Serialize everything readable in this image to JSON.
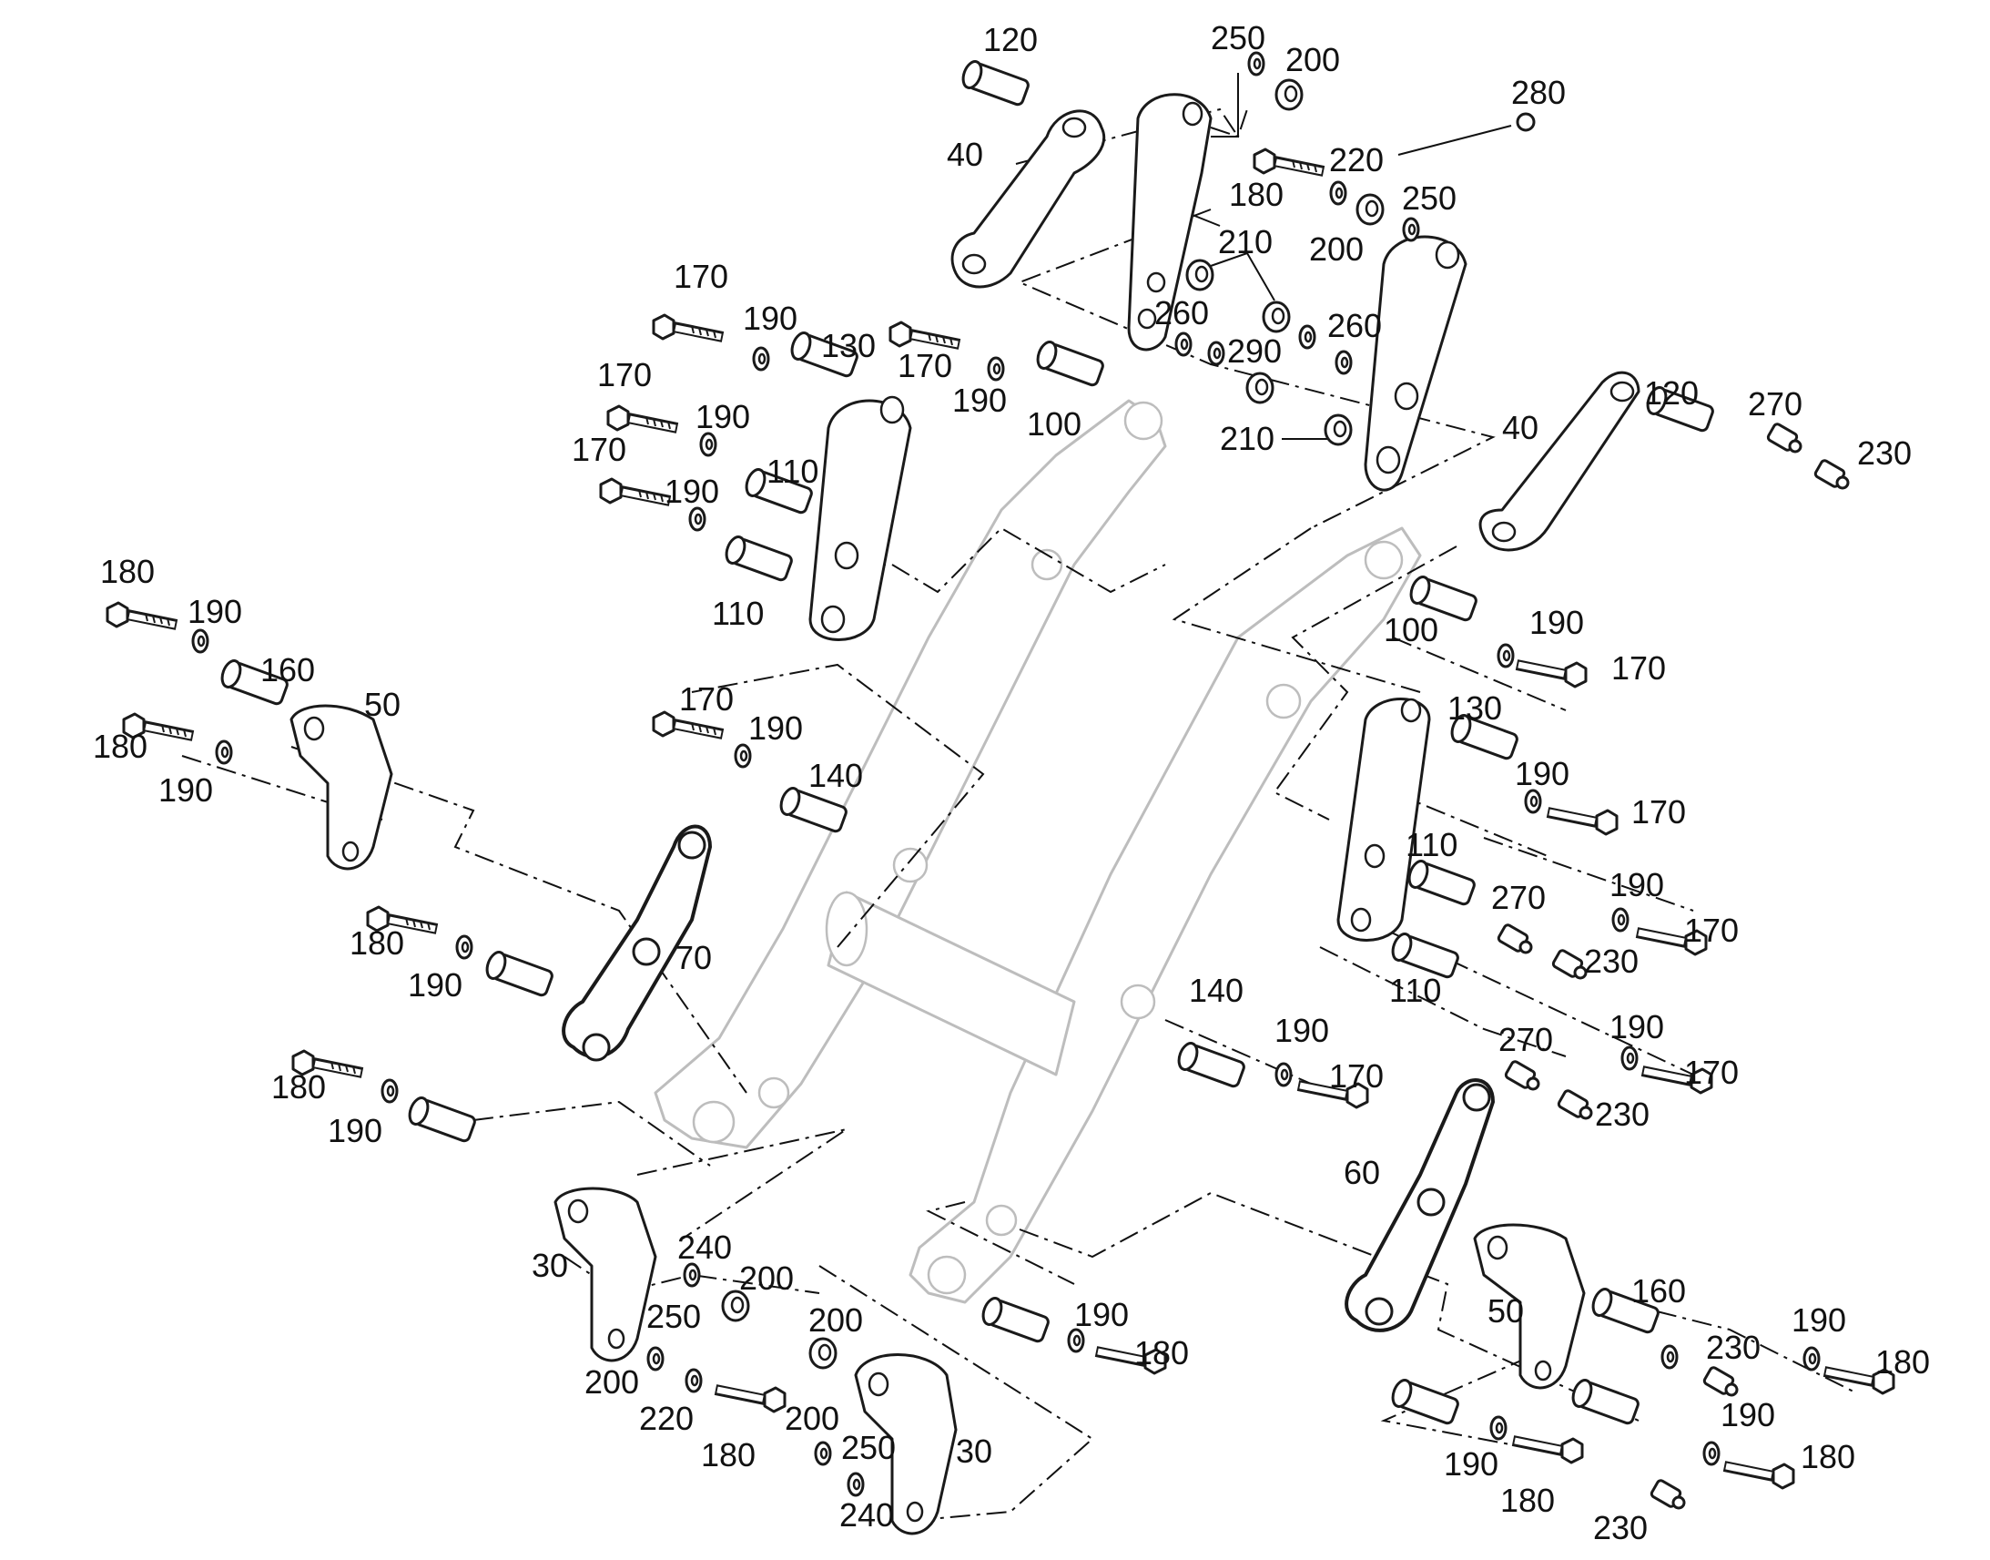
{
  "callouts": [
    {
      "id": "c-120a",
      "text": "120"
    },
    {
      "id": "c-250a",
      "text": "250"
    },
    {
      "id": "c-200a",
      "text": "200"
    },
    {
      "id": "c-280",
      "text": "280"
    },
    {
      "id": "c-40a",
      "text": "40"
    },
    {
      "id": "c-220a",
      "text": "220"
    },
    {
      "id": "c-250b",
      "text": "250"
    },
    {
      "id": "c-180a",
      "text": "180"
    },
    {
      "id": "c-200b",
      "text": "200"
    },
    {
      "id": "c-210a",
      "text": "210"
    },
    {
      "id": "c-170a",
      "text": "170"
    },
    {
      "id": "c-190a",
      "text": "190"
    },
    {
      "id": "c-130a",
      "text": "130"
    },
    {
      "id": "c-260a",
      "text": "260"
    },
    {
      "id": "c-260b",
      "text": "260"
    },
    {
      "id": "c-170b",
      "text": "170"
    },
    {
      "id": "c-290",
      "text": "290"
    },
    {
      "id": "c-190b",
      "text": "190"
    },
    {
      "id": "c-100a",
      "text": "100"
    },
    {
      "id": "c-210b",
      "text": "210"
    },
    {
      "id": "c-170c",
      "text": "170"
    },
    {
      "id": "c-190c",
      "text": "190"
    },
    {
      "id": "c-40b",
      "text": "40"
    },
    {
      "id": "c-120b",
      "text": "120"
    },
    {
      "id": "c-270a",
      "text": "270"
    },
    {
      "id": "c-230a",
      "text": "230"
    },
    {
      "id": "c-170d",
      "text": "170"
    },
    {
      "id": "c-110a",
      "text": "110"
    },
    {
      "id": "c-190d",
      "text": "190"
    },
    {
      "id": "c-110b",
      "text": "110"
    },
    {
      "id": "c-180b",
      "text": "180"
    },
    {
      "id": "c-190e",
      "text": "190"
    },
    {
      "id": "c-160a",
      "text": "160"
    },
    {
      "id": "c-50a",
      "text": "50"
    },
    {
      "id": "c-100b",
      "text": "100"
    },
    {
      "id": "c-190f",
      "text": "190"
    },
    {
      "id": "c-170e",
      "text": "170"
    },
    {
      "id": "c-180c",
      "text": "180"
    },
    {
      "id": "c-190g",
      "text": "190"
    },
    {
      "id": "c-170f",
      "text": "170"
    },
    {
      "id": "c-190h",
      "text": "190"
    },
    {
      "id": "c-140a",
      "text": "140"
    },
    {
      "id": "c-130b",
      "text": "130"
    },
    {
      "id": "c-190i",
      "text": "190"
    },
    {
      "id": "c-170g",
      "text": "170"
    },
    {
      "id": "c-110c",
      "text": "110"
    },
    {
      "id": "c-270b",
      "text": "270"
    },
    {
      "id": "c-190j",
      "text": "190"
    },
    {
      "id": "c-170h",
      "text": "170"
    },
    {
      "id": "c-230b",
      "text": "230"
    },
    {
      "id": "c-70",
      "text": "70"
    },
    {
      "id": "c-180d",
      "text": "180"
    },
    {
      "id": "c-190k",
      "text": "190"
    },
    {
      "id": "c-140b",
      "text": "140"
    },
    {
      "id": "c-110d",
      "text": "110"
    },
    {
      "id": "c-190l",
      "text": "190"
    },
    {
      "id": "c-190m",
      "text": "190"
    },
    {
      "id": "c-170i",
      "text": "170"
    },
    {
      "id": "c-270c",
      "text": "270"
    },
    {
      "id": "c-170j",
      "text": "170"
    },
    {
      "id": "c-230c",
      "text": "230"
    },
    {
      "id": "c-180e",
      "text": "180"
    },
    {
      "id": "c-190n",
      "text": "190"
    },
    {
      "id": "c-60",
      "text": "60"
    },
    {
      "id": "c-30a",
      "text": "30"
    },
    {
      "id": "c-240a",
      "text": "240"
    },
    {
      "id": "c-200c",
      "text": "200"
    },
    {
      "id": "c-250c",
      "text": "250"
    },
    {
      "id": "c-200d",
      "text": "200"
    },
    {
      "id": "c-220b",
      "text": "220"
    },
    {
      "id": "c-180f",
      "text": "180"
    },
    {
      "id": "c-200e",
      "text": "200"
    },
    {
      "id": "c-200f",
      "text": "200"
    },
    {
      "id": "c-250d",
      "text": "250"
    },
    {
      "id": "c-30b",
      "text": "30"
    },
    {
      "id": "c-240b",
      "text": "240"
    },
    {
      "id": "c-190o",
      "text": "190"
    },
    {
      "id": "c-180g",
      "text": "180"
    },
    {
      "id": "c-160b",
      "text": "160"
    },
    {
      "id": "c-50b",
      "text": "50"
    },
    {
      "id": "c-190p",
      "text": "190"
    },
    {
      "id": "c-230d",
      "text": "230"
    },
    {
      "id": "c-180h",
      "text": "180"
    },
    {
      "id": "c-190q",
      "text": "190"
    },
    {
      "id": "c-180i",
      "text": "180"
    },
    {
      "id": "c-190r",
      "text": "190"
    },
    {
      "id": "c-180j",
      "text": "180"
    },
    {
      "id": "c-230e",
      "text": "230"
    }
  ]
}
